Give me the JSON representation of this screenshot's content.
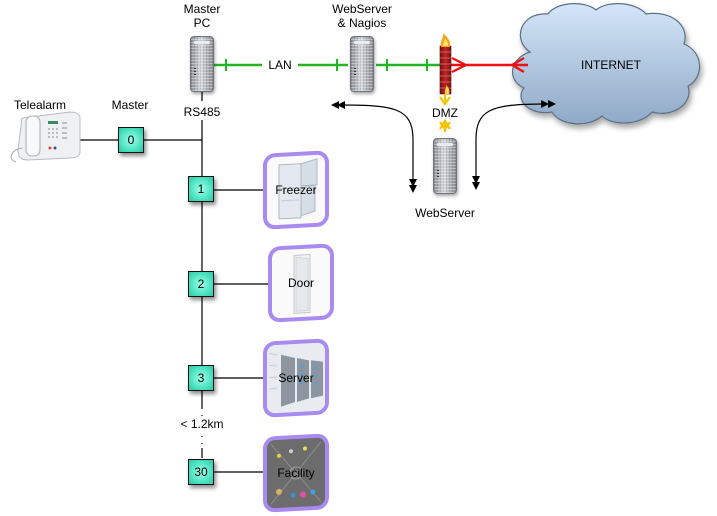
{
  "labels": {
    "master_pc": [
      "Master",
      "PC"
    ],
    "webserver_nagios": [
      "WebServer",
      "& Nagios"
    ],
    "internet": "INTERNET",
    "lan": "LAN",
    "dmz": "DMZ",
    "rs485": "RS485",
    "webserver_dmz": "WebServer",
    "telealarm": "Telealarm",
    "master": "Master",
    "distance": "< 1.2km"
  },
  "nodes": [
    {
      "id": "0"
    },
    {
      "id": "1"
    },
    {
      "id": "2"
    },
    {
      "id": "3"
    },
    {
      "id": "30"
    }
  ],
  "devices": [
    {
      "label": "Freezer",
      "icon": "freezer-icon"
    },
    {
      "label": "Door",
      "icon": "door-icon"
    },
    {
      "label": "Server",
      "icon": "server-rack-icon"
    },
    {
      "label": "Facility",
      "icon": "facility-icon"
    }
  ],
  "colors": {
    "lan": "#22b422",
    "internet_link": "#ee1111",
    "dmz_arrow": "#f5c400",
    "node_fill": "#4ee3c2",
    "device_border": "#a98af0",
    "cloud_top": "#cfe3f7",
    "cloud_bottom": "#93aecb",
    "firewall": "#a51c1c"
  }
}
